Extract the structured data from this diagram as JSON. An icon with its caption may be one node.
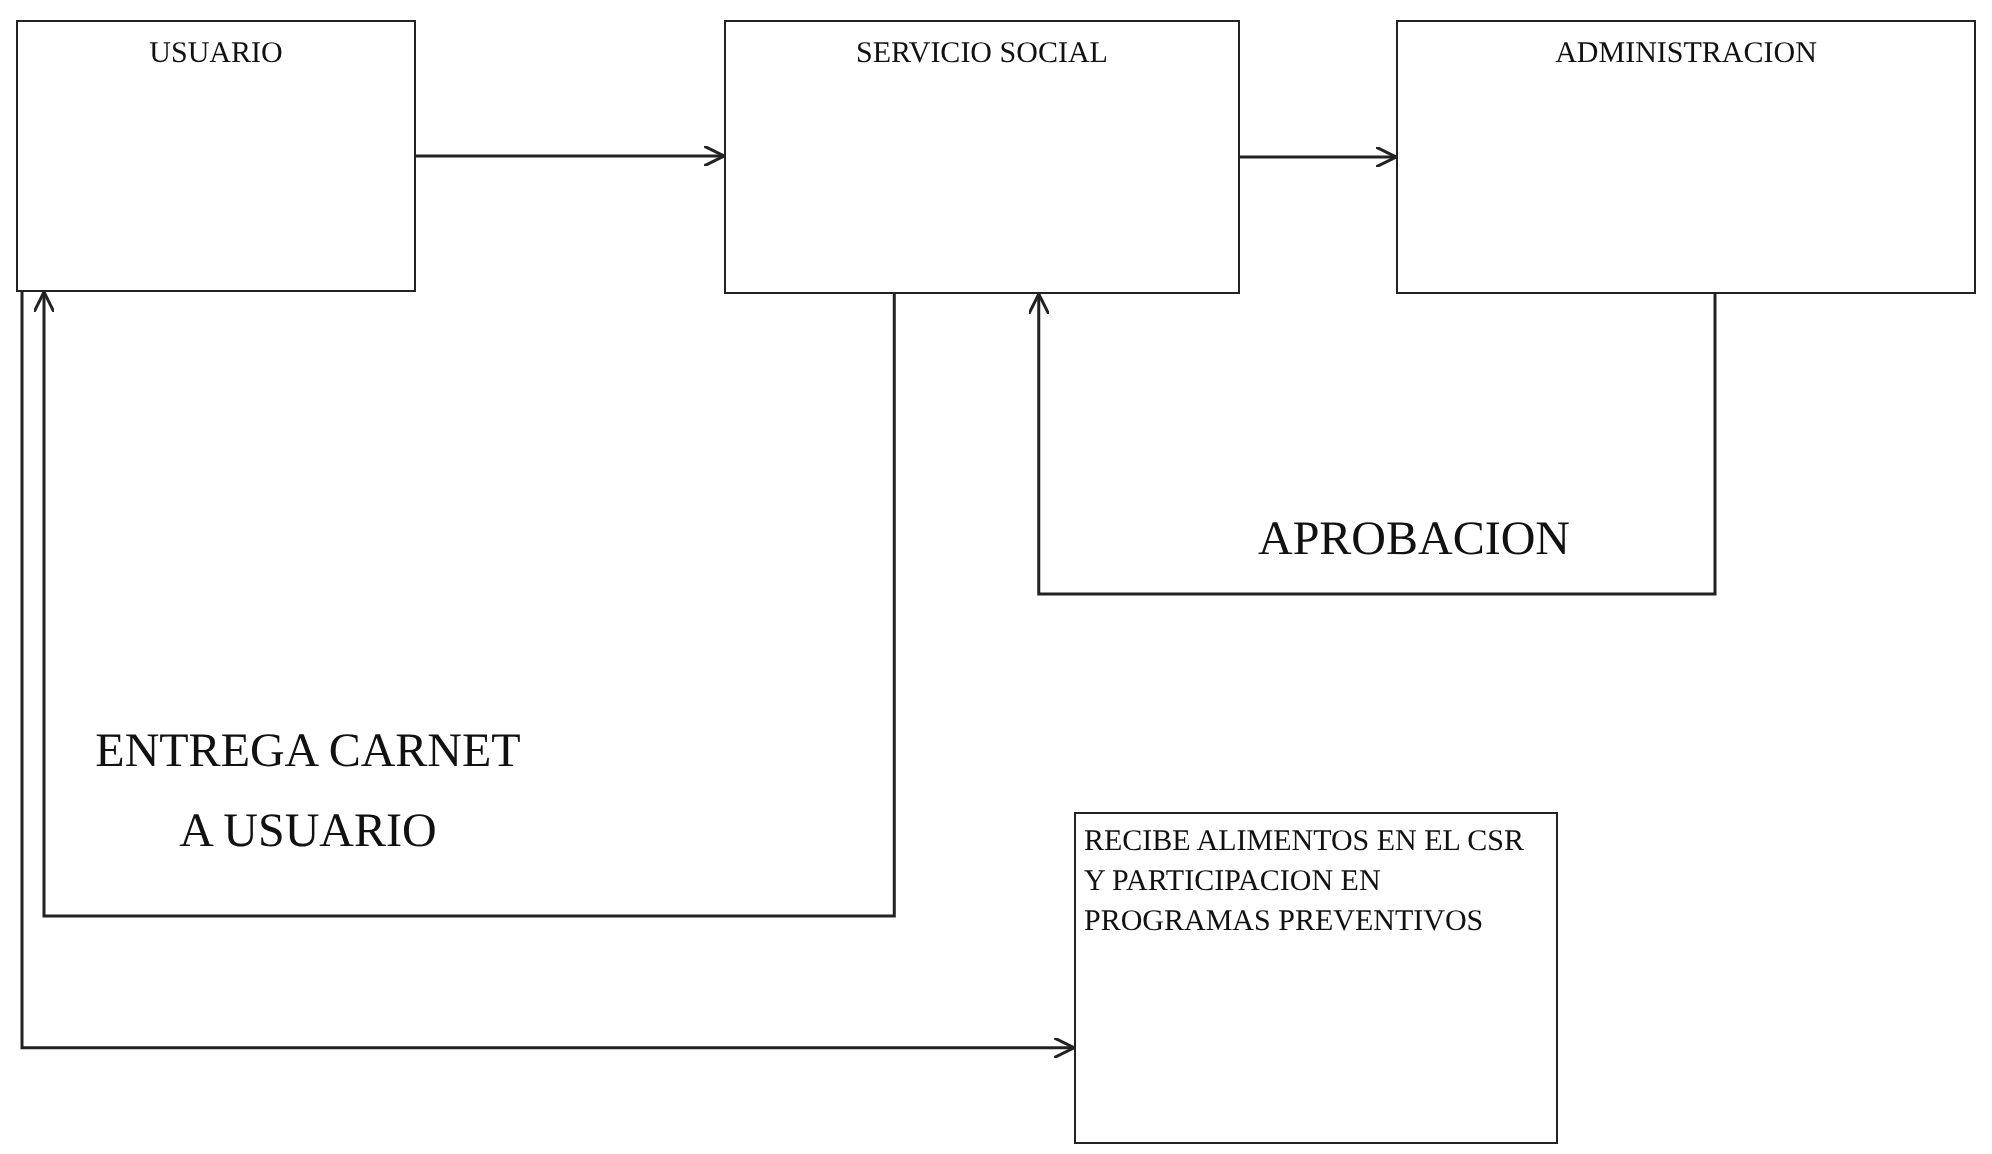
{
  "diagram": {
    "nodes": [
      {
        "text": [
          "USUARIO"
        ]
      },
      {
        "text": [
          "SERVICIO SOCIAL"
        ]
      },
      {
        "text": [
          "ADMINISTRACION"
        ]
      },
      {
        "text": [
          "RECIBE ALIMENTOS EN EL CSR Y PARTICIPACION EN PROGRAMAS PREVENTIVOS"
        ]
      }
    ],
    "edges": [
      {
        "from": 0,
        "to": 1,
        "arrow": "to"
      },
      {
        "from": 1,
        "to": 2,
        "arrow": "to"
      },
      {
        "from": 2,
        "to": 1,
        "arrow": "to",
        "label": "APROBACION"
      },
      {
        "from": 1,
        "to": 0,
        "arrow": "to",
        "label": "ENTREGA CARNET A USUARIO"
      },
      {
        "from": 0,
        "to": 3,
        "arrow": "to"
      }
    ]
  }
}
